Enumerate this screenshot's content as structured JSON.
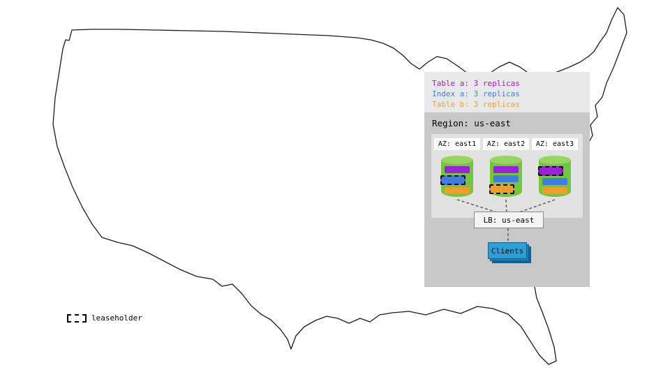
{
  "legend": {
    "items": [
      {
        "label": "Table a: 3 replicas",
        "color": "#aa17c7"
      },
      {
        "label": "Index a: 3 replicas",
        "color": "#3f7ee0"
      },
      {
        "label": "Table b: 3 replicas",
        "color": "#f09c2e"
      }
    ]
  },
  "region": {
    "label": "Region: us-east",
    "azs": [
      {
        "label": "AZ: east1",
        "replicas": [
          {
            "name": "table-a",
            "color": "#9b1fd8",
            "leaseholder": false
          },
          {
            "name": "index-a",
            "color": "#3f7ee0",
            "leaseholder": true
          },
          {
            "name": "table-b",
            "color": "#f09c2e",
            "leaseholder": false
          }
        ]
      },
      {
        "label": "AZ: east2",
        "replicas": [
          {
            "name": "table-a",
            "color": "#9b1fd8",
            "leaseholder": false
          },
          {
            "name": "index-a",
            "color": "#3f7ee0",
            "leaseholder": false
          },
          {
            "name": "table-b",
            "color": "#f09c2e",
            "leaseholder": true
          }
        ]
      },
      {
        "label": "AZ: east3",
        "replicas": [
          {
            "name": "table-a",
            "color": "#9b1fd8",
            "leaseholder": true
          },
          {
            "name": "index-a",
            "color": "#3f7ee0",
            "leaseholder": false
          },
          {
            "name": "table-b",
            "color": "#f09c2e",
            "leaseholder": false
          }
        ]
      }
    ],
    "load_balancer": {
      "label": "LB: us-east"
    },
    "clients": {
      "label": "Clients"
    }
  },
  "key": {
    "leaseholder_label": "leaseholder"
  },
  "colors": {
    "cylinder": "#74c63c",
    "cylinder_top": "#97d65e",
    "clients_blue": "#2b9fd6",
    "panel_light": "#e9e9e9",
    "panel_region": "#c7c7c7",
    "panel_az": "#e2e2e2",
    "connector": "#555555"
  }
}
